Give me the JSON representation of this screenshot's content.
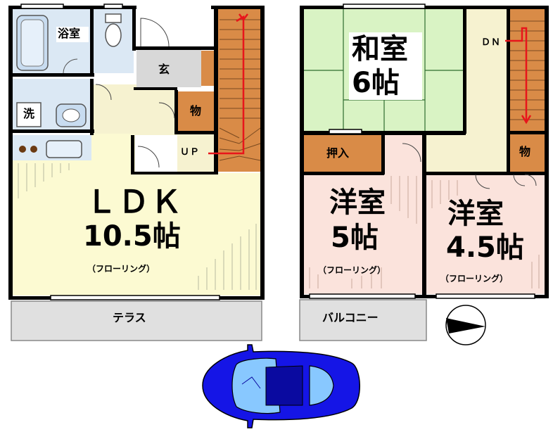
{
  "floor_1": {
    "bathroom": "浴室",
    "entrance": "玄",
    "laundry": "洗",
    "storage": "物",
    "stairs_up": "ＵＰ",
    "ldk_name": "ＬＤＫ",
    "ldk_size": "10.5帖",
    "ldk_floor": "（フローリング）",
    "terrace": "テラス"
  },
  "floor_2": {
    "washitsu_name": "和室",
    "washitsu_size": "6帖",
    "oshiire": "押入",
    "stairs_down": "ＤＮ",
    "storage": "物",
    "youshitsu_a_name": "洋室",
    "youshitsu_a_size": "5帖",
    "youshitsu_a_floor": "（フローリング）",
    "youshitsu_b_name": "洋室",
    "youshitsu_b_size": "4.5帖",
    "youshitsu_b_floor": "（フローリング）",
    "balcony": "バルコニー"
  },
  "colors": {
    "wall": "#000000",
    "tatami": "#d9f3c4",
    "ldk_floor": "#fcfad2",
    "western_floor": "#fbe3dc",
    "corridor": "#f6f2d0",
    "wood": "#d98b47",
    "wet_area": "#dbe8f4",
    "outdoor": "#e0e0e0",
    "stair_arrow": "#e8151b",
    "car_body": "#1515e6"
  },
  "icons": [
    "compass-icon",
    "car-icon"
  ]
}
